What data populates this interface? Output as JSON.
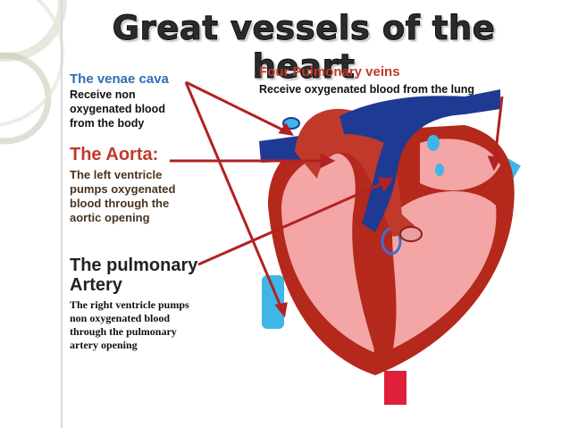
{
  "title": "Great vessels of the heart",
  "venae_cava": {
    "heading": "The venae cava",
    "lines": [
      "Receive non",
      "oxygenated blood",
      "from the body"
    ]
  },
  "pulmonary_veins": {
    "heading": "Four Pulmonary veins",
    "text": "Receive  oxygenated blood from the lung"
  },
  "aorta": {
    "heading": "The Aorta:",
    "lines": [
      "The left ventricle",
      "pumps oxygenated",
      "blood through the",
      "aortic opening"
    ]
  },
  "pulmonary_artery": {
    "heading_lines": [
      "The pulmonary",
      "Artery"
    ],
    "lines": [
      "The right ventricle pumps",
      "non oxygenated blood",
      "through the pulmonary",
      "artery  opening"
    ]
  },
  "colors": {
    "arrow": "#b22222",
    "vein_blue": "#1f3a93",
    "light_blue": "#3fb6e8",
    "aorta_red": "#c0392b",
    "chamber_pink": "#f4a6a6",
    "myocardium": "#b5281c"
  }
}
